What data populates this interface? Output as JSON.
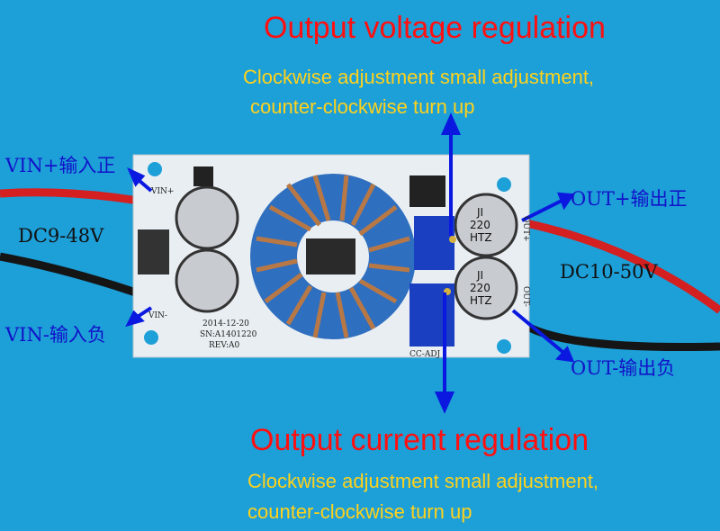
{
  "voltage": {
    "title": "Output voltage regulation",
    "line1": "Clockwise adjustment small adjustment,",
    "line2": "counter-clockwise turn up"
  },
  "current": {
    "title": "Output current regulation",
    "line1": "Clockwise adjustment small adjustment,",
    "line2": "counter-clockwise turn up"
  },
  "labels": {
    "vin_pos": "VIN+输入正",
    "vin_neg": "VIN-输入负",
    "out_pos": "OUT+输出正",
    "out_neg": "OUT-输出负",
    "dc_in": "DC9-48V",
    "dc_out": "DC10-50V"
  },
  "pcb": {
    "date": "2014-12-20",
    "sn": "SN:A1401220",
    "rev": "REV:A0",
    "cap": [
      "JI",
      "220",
      "HTZ"
    ],
    "cc_adj": "CC-ADJ",
    "vin_plus": "VIN+",
    "vin_minus": "VIN-",
    "out_plus": "OUT+",
    "out_minus": "OUT-"
  },
  "colors": {
    "background": "#1d9fd8",
    "title": "#ff1010",
    "subtitle": "#ffd21a",
    "label": "#1212c8"
  }
}
